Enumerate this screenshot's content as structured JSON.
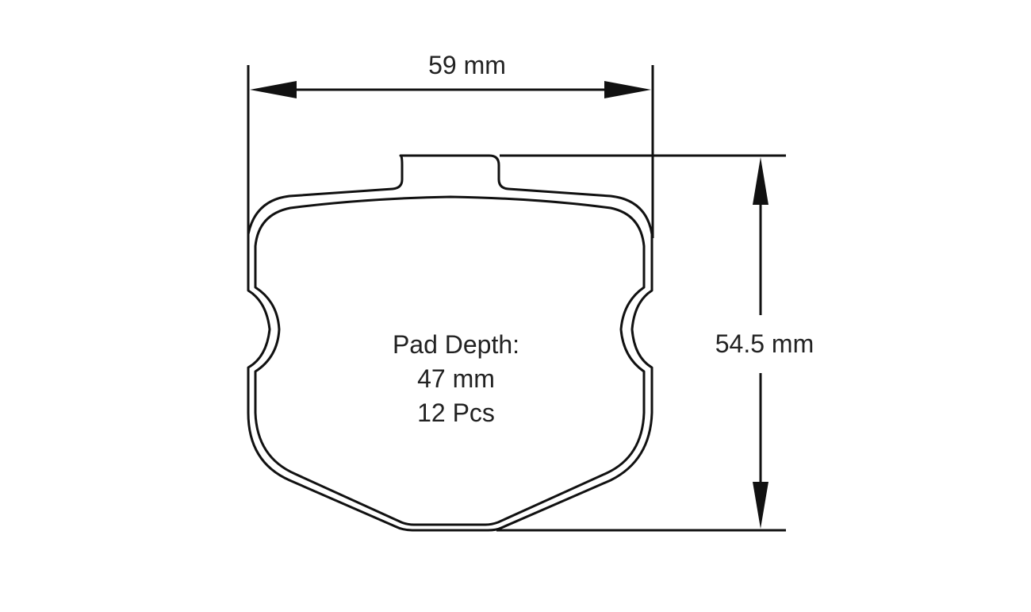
{
  "diagram": {
    "subject": "Brake pad outline drawing",
    "dimensions": {
      "width": {
        "label": "59 mm"
      },
      "height": {
        "label": "54.5 mm"
      }
    },
    "specs": {
      "line1": "Pad Depth:",
      "line2": "47 mm",
      "line3": "12 Pcs"
    },
    "colors": {
      "stroke": "#111111",
      "background": "#ffffff",
      "text": "#222222"
    }
  }
}
